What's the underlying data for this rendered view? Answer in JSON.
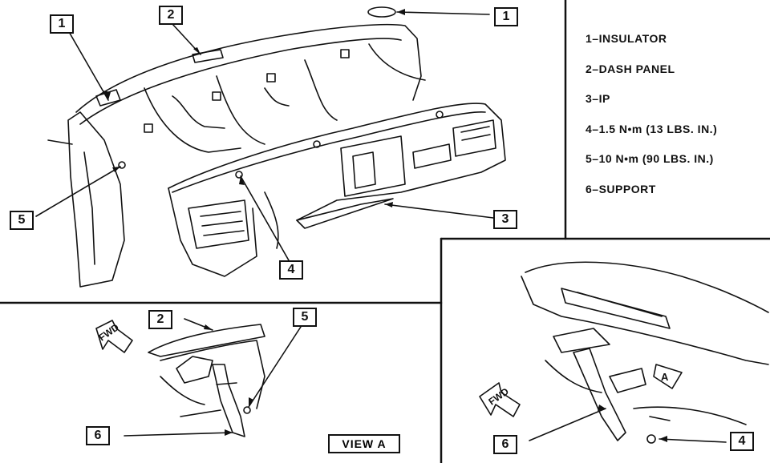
{
  "legend": [
    "1–INSULATOR",
    "2–DASH PANEL",
    "3–IP",
    "4–1.5 N•m (13 LBS. IN.)",
    "5–10 N•m (90 LBS. IN.)",
    "6–SUPPORT"
  ],
  "callouts": {
    "c1a": "1",
    "c1b": "1",
    "c2a": "2",
    "c3": "3",
    "c4a": "4",
    "c5a": "5",
    "c2b": "2",
    "c5b": "5",
    "c6a": "6",
    "c6b": "6",
    "c4b": "4"
  },
  "view_label": "VIEW  A",
  "fwd": "FWD",
  "view_arrow_letter": "A"
}
